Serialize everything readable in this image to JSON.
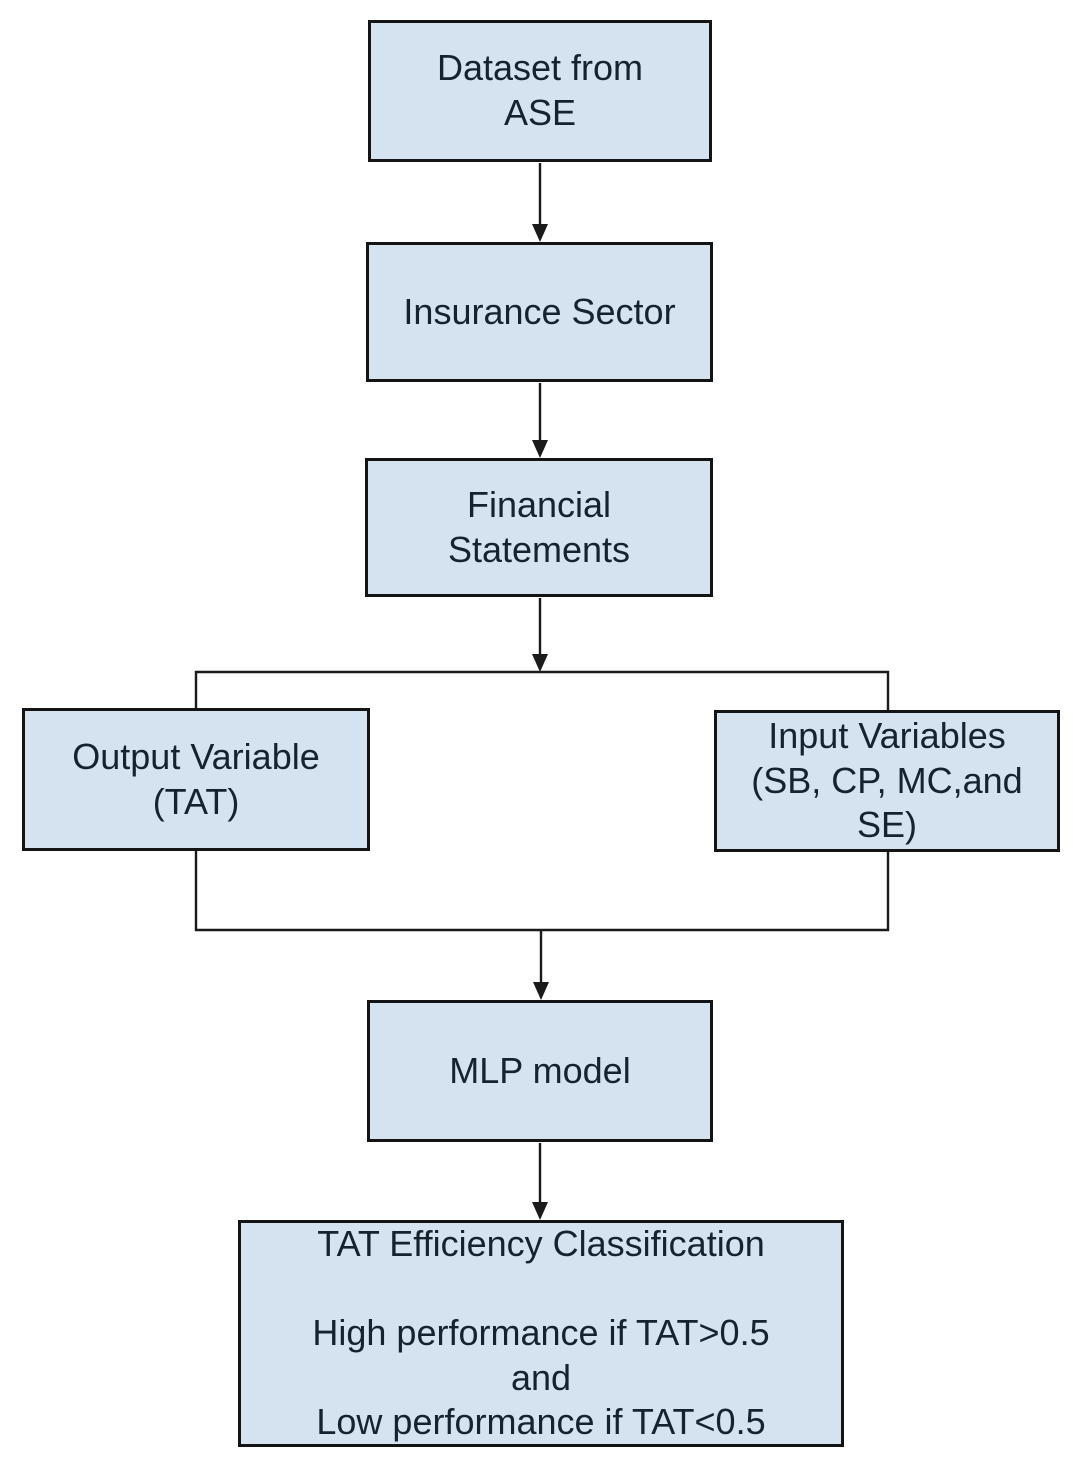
{
  "theme": {
    "background": "#ffffff",
    "node_fill": "#d5e2f0",
    "node_border": "#141414",
    "connector_color": "#1a1a1a",
    "text_color": "#16222e"
  },
  "diagram": {
    "type": "flowchart",
    "nodes": {
      "dataset": {
        "label": "Dataset from\nASE"
      },
      "insurance": {
        "label": "Insurance Sector"
      },
      "financial": {
        "label": "Financial\nStatements"
      },
      "output_variable": {
        "label": "Output Variable\n(TAT)"
      },
      "input_variables": {
        "label": "Input Variables\n(SB, CP, MC,and\nSE)"
      },
      "mlp": {
        "label": "MLP model"
      },
      "classification": {
        "label": "TAT Efficiency Classification\n\nHigh performance if TAT>0.5\nand\nLow performance if TAT<0.5"
      }
    },
    "edges": [
      {
        "from": "dataset",
        "to": "insurance",
        "arrow": true
      },
      {
        "from": "insurance",
        "to": "financial",
        "arrow": true
      },
      {
        "from": "financial",
        "to": "branch-split",
        "arrow": true
      },
      {
        "from": "branch-split",
        "to": "output_variable",
        "arrow": false
      },
      {
        "from": "branch-split",
        "to": "input_variables",
        "arrow": false
      },
      {
        "from": "output_variable",
        "to": "merge-join",
        "arrow": false
      },
      {
        "from": "input_variables",
        "to": "merge-join",
        "arrow": false
      },
      {
        "from": "merge-join",
        "to": "mlp",
        "arrow": true
      },
      {
        "from": "mlp",
        "to": "classification",
        "arrow": true
      }
    ]
  }
}
